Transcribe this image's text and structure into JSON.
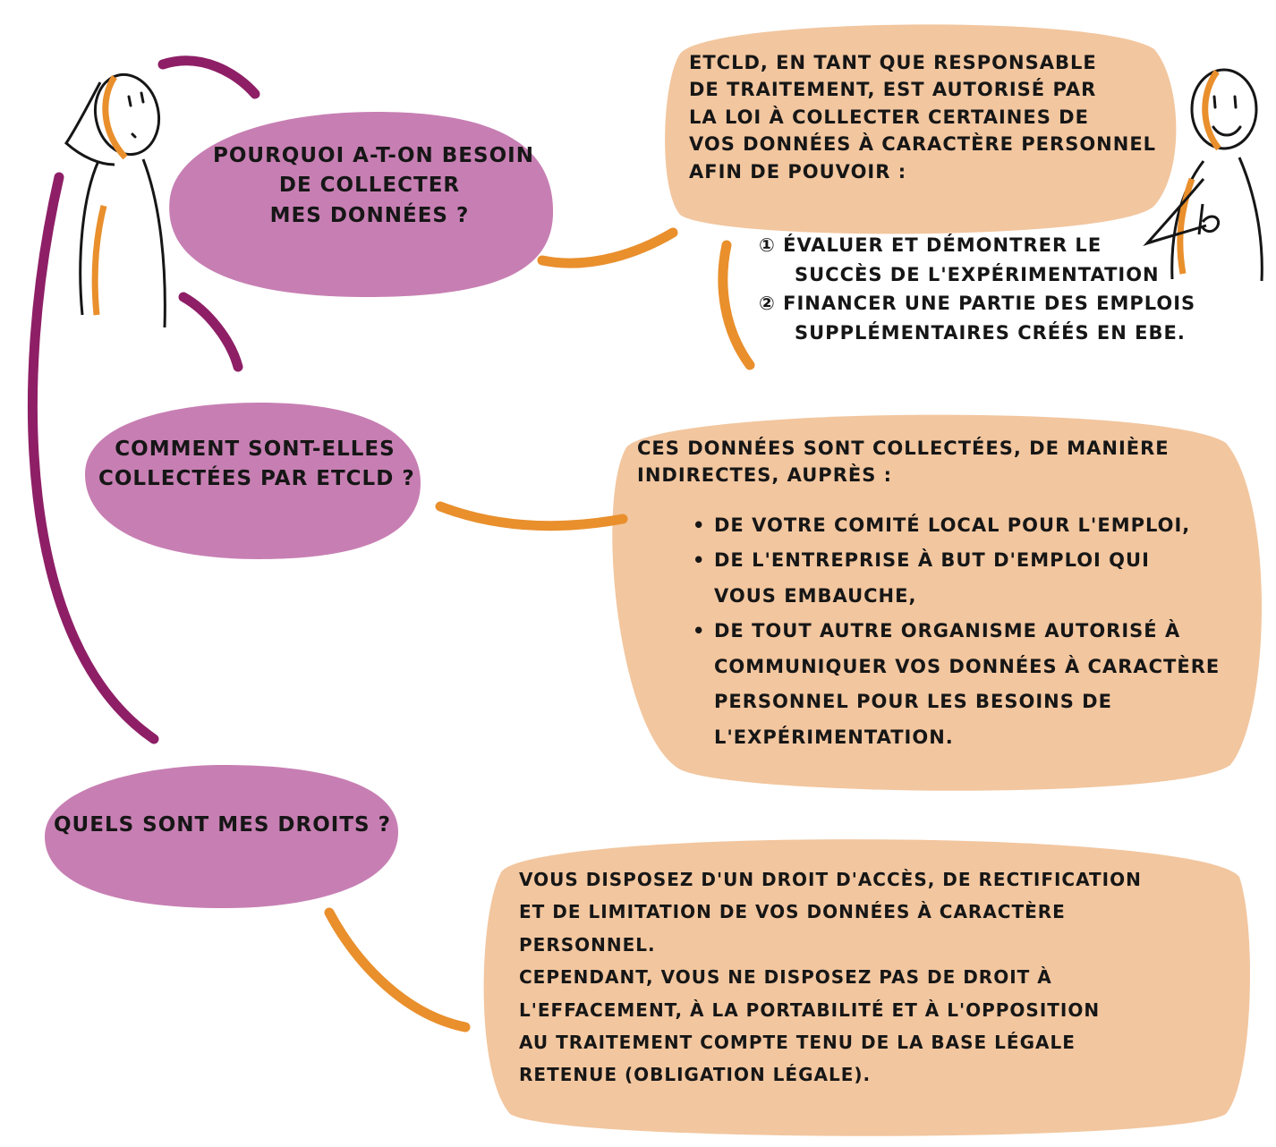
{
  "questions": {
    "q1": [
      "Pourquoi a-t-on besoin",
      "de collecter",
      "mes données ?"
    ],
    "q2": [
      "Comment sont-elles",
      "collectées par ETCLD ?"
    ],
    "q3": "Quels sont mes droits ?"
  },
  "answers": {
    "a1": {
      "lines": [
        "ETCLD, en tant que responsable",
        "de traitement, est autorisé par",
        "la loi à collecter certaines de",
        "vos données à caractère personnel",
        "afin de pouvoir :"
      ],
      "items": [
        {
          "num": "①",
          "lines": [
            "évaluer et démontrer le",
            "succès de l'expérimentation"
          ]
        },
        {
          "num": "②",
          "lines": [
            "financer une partie des emplois",
            "supplémentaires créés en EBE."
          ]
        }
      ]
    },
    "a2": {
      "lines": [
        "Ces données sont collectées, de manière",
        "indirectes, auprès :"
      ],
      "bullets": [
        [
          "de votre comité local pour l'emploi,"
        ],
        [
          "de l'entreprise à but d'emploi qui",
          "vous embauche,"
        ],
        [
          "de tout autre organisme autorisé à",
          "communiquer vos données à caractère",
          "personnel pour les besoins de",
          "l'expérimentation."
        ]
      ]
    },
    "a3": {
      "lines": [
        "Vous disposez d'un droit d'accès, de rectification",
        "et de limitation de vos données à caractère",
        "personnel.",
        "Cependant, vous ne disposez pas de droit à",
        "l'effacement, à la portabilité et à l'opposition",
        "au traitement compte tenu de la base légale",
        "retenue (obligation légale)."
      ]
    }
  },
  "colors": {
    "question_bubble": "#c77fb3",
    "answer_bubble": "#f2c69f",
    "magenta_stroke": "#8e1f66",
    "orange_stroke": "#e98f2c",
    "ink": "#161616"
  }
}
